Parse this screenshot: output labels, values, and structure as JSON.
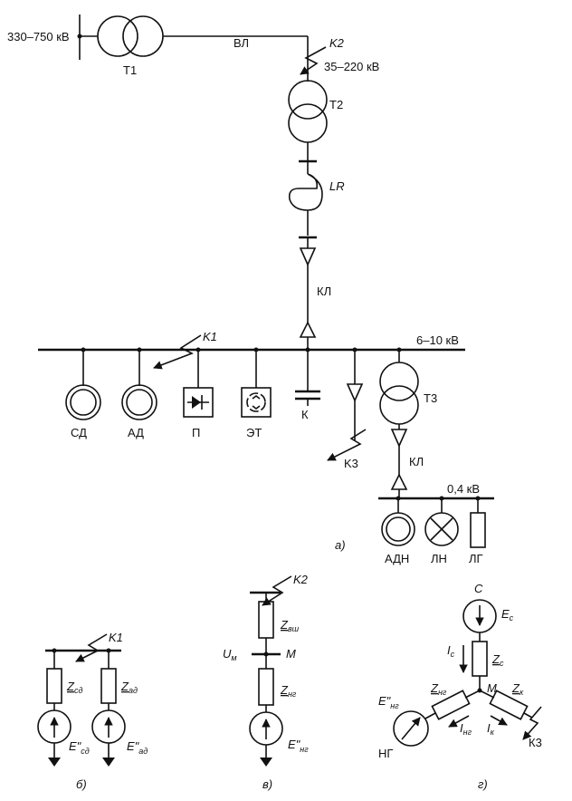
{
  "main": {
    "voltage_hv": "330–750 кВ",
    "t1": "Т1",
    "vl": "ВЛ",
    "k2": "K2",
    "voltage_mv": "35–220 кВ",
    "t2": "Т2",
    "lr": "LR",
    "kl_upper": "КЛ",
    "k1": "K1",
    "voltage_bus": "6–10 кВ",
    "sd": "СД",
    "ad": "АД",
    "p": "П",
    "et": "ЭТ",
    "k": "К",
    "k3": "K3",
    "t3": "Т3",
    "kl_lower": "КЛ",
    "voltage_lv": "0,4 кВ",
    "adn": "АДН",
    "ln_lamp": "ЛН",
    "lg": "ЛГ",
    "caption": "а)"
  },
  "fig_b": {
    "k1": "K1",
    "z_sd": "Z",
    "z_sd_sub": "сд",
    "z_ad": "Z",
    "z_ad_sub": "ад",
    "e_sd": "E\"",
    "e_sd_sub": "сд",
    "e_ad": "E\"",
    "e_ad_sub": "ад",
    "caption": "б)"
  },
  "fig_v": {
    "k2": "K2",
    "z_vsh": "Z",
    "z_vsh_sub": "вш",
    "u_m": "U",
    "u_m_sub": "м",
    "m": "M",
    "z_ng": "Z",
    "z_ng_sub": "нг",
    "e_ng": "E\"",
    "e_ng_sub": "нг",
    "caption": "в)"
  },
  "fig_g": {
    "c": "C",
    "e_c": "E",
    "e_c_sub": "с",
    "i_c": "I",
    "i_c_sub": "с",
    "z_c": "Z",
    "z_c_sub": "с",
    "m": "M",
    "z_ng": "Z",
    "z_ng_sub": "нг",
    "z_k": "Z",
    "z_k_sub": "к",
    "e_ng": "E\"",
    "e_ng_sub": "нг",
    "i_ng": "I",
    "i_ng_sub": "нг",
    "i_k": "I",
    "i_k_sub": "к",
    "ng": "НГ",
    "k3": "К3",
    "caption": "г)"
  }
}
